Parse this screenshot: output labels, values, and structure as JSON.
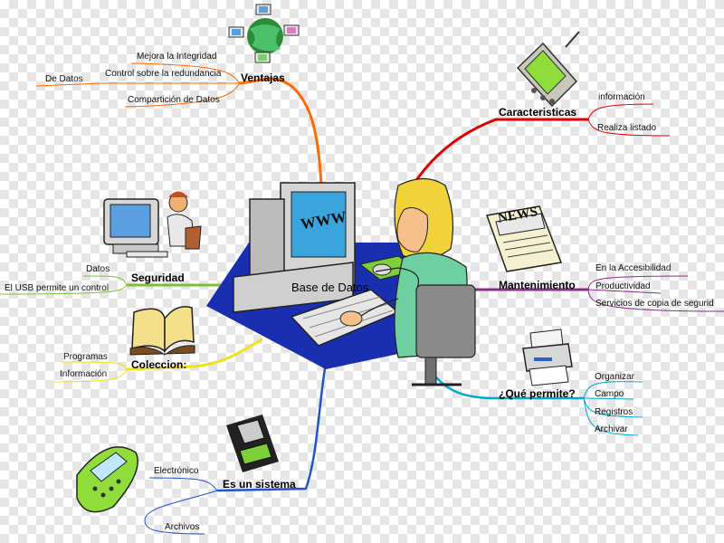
{
  "center": {
    "label": "Base de Datos",
    "screen_text": "WWW"
  },
  "ventajas": {
    "heading": "Ventajas",
    "items": [
      "Mejora la Integridad",
      "Control sobre la redundancia",
      "De Datos",
      "Compartición de Datos"
    ]
  },
  "caracteristicas": {
    "heading": "Caracteristicas",
    "items": [
      "información",
      "Realiza listado"
    ]
  },
  "seguridad": {
    "heading": "Seguridad",
    "items": [
      "Datos",
      "El USB permite un control"
    ]
  },
  "mantenimiento": {
    "heading": "Mantenimiento",
    "items": [
      "En la Accesibilidad",
      "Productividad",
      "Servicios de copia de segurid"
    ]
  },
  "coleccion": {
    "heading": "Coleccion:",
    "items": [
      "Programas",
      "Información"
    ]
  },
  "que_permite": {
    "heading": "¿Qué permite?",
    "items": [
      "Organizar",
      "Campo",
      "Registros",
      "Archivar"
    ]
  },
  "sistema": {
    "heading": "Es un sistema",
    "items": [
      "Electrónico",
      "Archivos"
    ]
  },
  "clipart": {
    "news_text": "NEWS"
  },
  "colors": {
    "ventajas": "#ff6a00",
    "caracteristicas": "#e00000",
    "mantenimiento": "#8a2a8a",
    "seguridad": "#7fbf3f",
    "coleccion": "#f0e020",
    "que_permite": "#00aacc",
    "sistema": "#2255cc"
  }
}
